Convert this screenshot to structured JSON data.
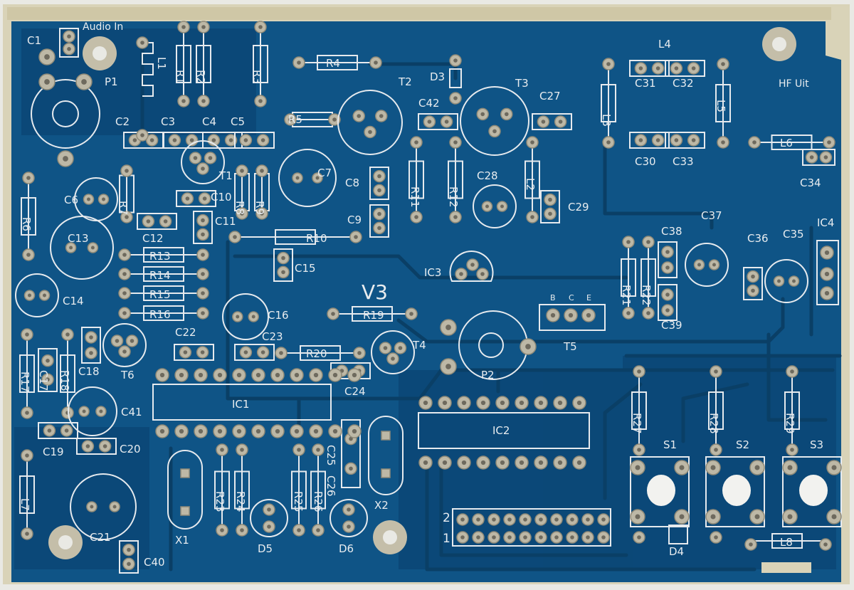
{
  "board": {
    "colors": {
      "substrate": "#d9d3b8",
      "soldermask": "#0f5486",
      "mask_dark": "#0b4675",
      "silk": "#e6eaee",
      "copper": "#c8c2ae"
    },
    "version_label": "V3",
    "connector_labels": {
      "audio_in": "Audio In",
      "hf_out": "HF Uit"
    },
    "header_pin_labels": [
      "2",
      "1"
    ],
    "t5_pin_labels": [
      "B",
      "C",
      "E"
    ]
  },
  "components": [
    {
      "ref": "C1"
    },
    {
      "ref": "P1"
    },
    {
      "ref": "L1"
    },
    {
      "ref": "R1"
    },
    {
      "ref": "R2"
    },
    {
      "ref": "R3"
    },
    {
      "ref": "R4"
    },
    {
      "ref": "R5"
    },
    {
      "ref": "T2"
    },
    {
      "ref": "D3"
    },
    {
      "ref": "T3"
    },
    {
      "ref": "C42"
    },
    {
      "ref": "C27"
    },
    {
      "ref": "L4"
    },
    {
      "ref": "C31"
    },
    {
      "ref": "C32"
    },
    {
      "ref": "L3"
    },
    {
      "ref": "L5"
    },
    {
      "ref": "C30"
    },
    {
      "ref": "C33"
    },
    {
      "ref": "L6"
    },
    {
      "ref": "C34"
    },
    {
      "ref": "C2"
    },
    {
      "ref": "C3"
    },
    {
      "ref": "C4"
    },
    {
      "ref": "C5"
    },
    {
      "ref": "T1"
    },
    {
      "ref": "C7"
    },
    {
      "ref": "R11"
    },
    {
      "ref": "R12"
    },
    {
      "ref": "C28"
    },
    {
      "ref": "L2"
    },
    {
      "ref": "C29"
    },
    {
      "ref": "C8"
    },
    {
      "ref": "C9"
    },
    {
      "ref": "C6"
    },
    {
      "ref": "R7"
    },
    {
      "ref": "R8"
    },
    {
      "ref": "R9"
    },
    {
      "ref": "C10"
    },
    {
      "ref": "C11"
    },
    {
      "ref": "C12"
    },
    {
      "ref": "R6"
    },
    {
      "ref": "C13"
    },
    {
      "ref": "R10"
    },
    {
      "ref": "R13"
    },
    {
      "ref": "R14"
    },
    {
      "ref": "R15"
    },
    {
      "ref": "R16"
    },
    {
      "ref": "C14"
    },
    {
      "ref": "C15"
    },
    {
      "ref": "IC3"
    },
    {
      "ref": "C38"
    },
    {
      "ref": "C37"
    },
    {
      "ref": "C36"
    },
    {
      "ref": "C35"
    },
    {
      "ref": "IC4"
    },
    {
      "ref": "R21"
    },
    {
      "ref": "R22"
    },
    {
      "ref": "C39"
    },
    {
      "ref": "C16"
    },
    {
      "ref": "R19"
    },
    {
      "ref": "T5"
    },
    {
      "ref": "T4"
    },
    {
      "ref": "P2"
    },
    {
      "ref": "C22"
    },
    {
      "ref": "C23"
    },
    {
      "ref": "R20"
    },
    {
      "ref": "C24"
    },
    {
      "ref": "R17"
    },
    {
      "ref": "C17"
    },
    {
      "ref": "R18"
    },
    {
      "ref": "C18"
    },
    {
      "ref": "T6"
    },
    {
      "ref": "IC1"
    },
    {
      "ref": "IC2"
    },
    {
      "ref": "R27"
    },
    {
      "ref": "R28"
    },
    {
      "ref": "R29"
    },
    {
      "ref": "C41"
    },
    {
      "ref": "C19"
    },
    {
      "ref": "C20"
    },
    {
      "ref": "C25"
    },
    {
      "ref": "C26"
    },
    {
      "ref": "S1"
    },
    {
      "ref": "S2"
    },
    {
      "ref": "S3"
    },
    {
      "ref": "L7"
    },
    {
      "ref": "R23"
    },
    {
      "ref": "R24"
    },
    {
      "ref": "R25"
    },
    {
      "ref": "R26"
    },
    {
      "ref": "X2"
    },
    {
      "ref": "C21"
    },
    {
      "ref": "X1"
    },
    {
      "ref": "D5"
    },
    {
      "ref": "D6"
    },
    {
      "ref": "D4"
    },
    {
      "ref": "L8"
    },
    {
      "ref": "C40"
    }
  ]
}
